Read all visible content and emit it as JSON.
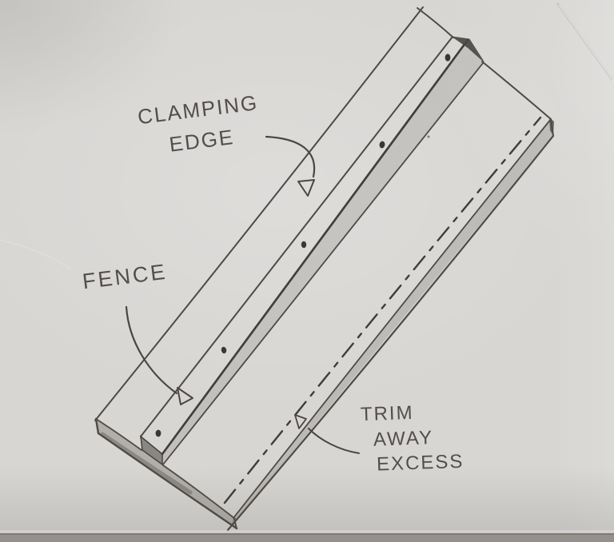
{
  "photo": {
    "description": "Photograph of a hand-drawn pencil sketch on gray paper showing a shop-made straightedge saw-guide jig",
    "paper_color": "#d8d6d3",
    "pencil_color": "#4a4643",
    "pencil_dark_color": "#3d3a36"
  },
  "labels": {
    "clamping_edge": {
      "line1": "CLAMPING",
      "line2": "EDGE"
    },
    "fence": {
      "text": "FENCE"
    },
    "trim_away_excess": {
      "line1": "TRIM",
      "line2": "AWAY",
      "line3": "EXCESS"
    }
  },
  "sketch": {
    "screw_hole_count": 5,
    "cut_line_style": "dash-dot",
    "parts": [
      "base board",
      "fence / clamping edge board",
      "cut line"
    ]
  }
}
